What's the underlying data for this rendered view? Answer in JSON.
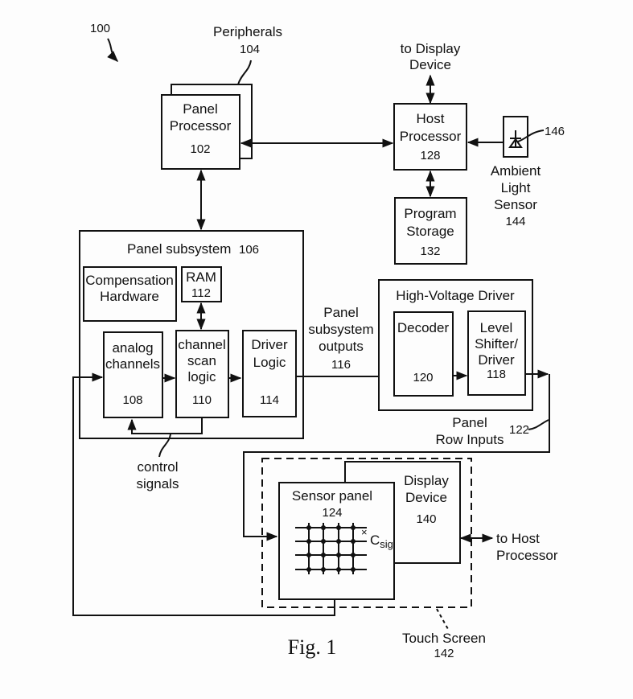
{
  "figure": {
    "reference": "100",
    "caption": "Fig. 1"
  },
  "peripherals": {
    "label": "Peripherals",
    "ref": "104"
  },
  "panel_processor": {
    "line1": "Panel",
    "line2": "Processor",
    "ref": "102"
  },
  "to_display_device": {
    "line1": "to Display",
    "line2": "Device"
  },
  "host_processor": {
    "line1": "Host",
    "line2": "Processor",
    "ref": "128"
  },
  "program_storage": {
    "line1": "Program",
    "line2": "Storage",
    "ref": "132"
  },
  "ambient_light_sensor": {
    "line1": "Ambient",
    "line2": "Light",
    "line3": "Sensor",
    "ref": "144",
    "diode_ref": "146"
  },
  "panel_subsystem": {
    "label": "Panel subsystem",
    "ref": "106",
    "compensation": {
      "line1": "Compensation",
      "line2": "Hardware"
    },
    "ram": {
      "label": "RAM",
      "ref": "112"
    },
    "analog_channels": {
      "line1": "analog",
      "line2": "channels",
      "ref": "108"
    },
    "channel_scan_logic": {
      "line1": "channel",
      "line2": "scan",
      "line3": "logic",
      "ref": "110"
    },
    "driver_logic": {
      "line1": "Driver",
      "line2": "Logic",
      "ref": "114"
    }
  },
  "control_signals": {
    "line1": "control",
    "line2": "signals"
  },
  "panel_outputs": {
    "line1": "Panel",
    "line2": "subsystem",
    "line3": "outputs",
    "ref": "116"
  },
  "high_voltage_driver": {
    "label": "High-Voltage Driver",
    "decoder": {
      "label": "Decoder",
      "ref": "120"
    },
    "level_shifter": {
      "line1": "Level",
      "line2": "Shifter/",
      "line3": "Driver",
      "ref": "118"
    }
  },
  "panel_row_inputs": {
    "line1": "Panel",
    "line2": "Row Inputs",
    "ref": "122"
  },
  "sensor_panel": {
    "label": "Sensor panel",
    "ref": "124",
    "csig_main": "C",
    "csig_sub": "sig"
  },
  "display_device": {
    "line1": "Display",
    "line2": "Device",
    "ref": "140"
  },
  "to_host_processor": {
    "line1": "to Host",
    "line2": "Processor"
  },
  "touch_screen": {
    "label": "Touch Screen",
    "ref": "142"
  }
}
